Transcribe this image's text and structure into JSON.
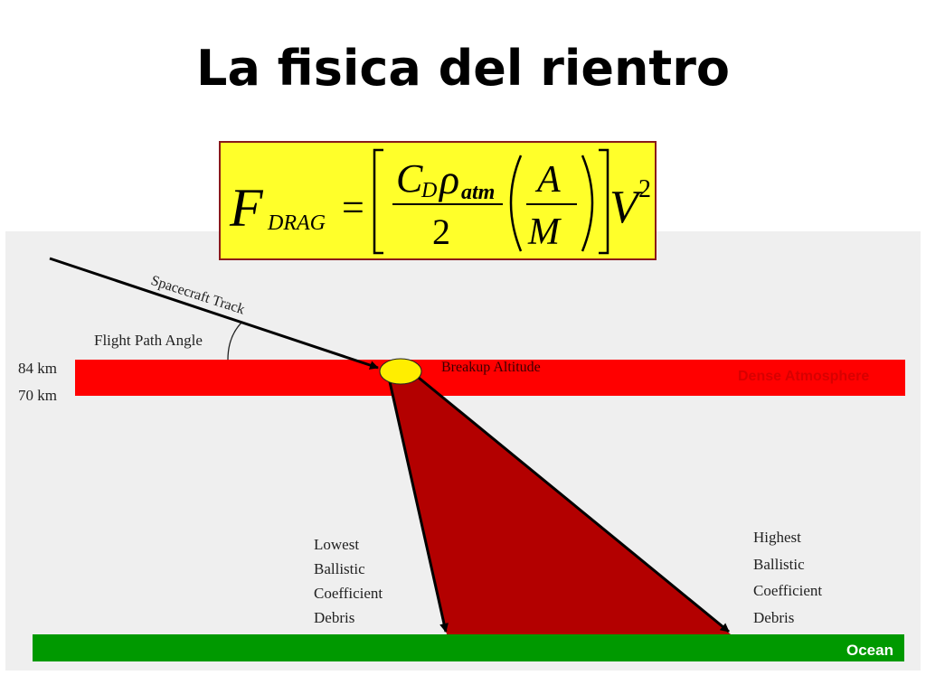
{
  "slide": {
    "title": "La fisica del rientro"
  },
  "formula": {
    "lhs_main": "F",
    "lhs_sub": "DRAG",
    "equals": "=",
    "coef_main": "C",
    "coef_sub": "D",
    "rho": "ρ",
    "rho_sub": "atm",
    "denominator": "2",
    "area": "A",
    "mass": "M",
    "velocity": "V",
    "power": "2"
  },
  "diagram": {
    "spacecraft_track": "Spacecraft Track",
    "flight_path_angle": "Flight Path Angle",
    "altitude_top": "84 km",
    "altitude_bottom": "70 km",
    "breakup_altitude": "Breakup Altitude",
    "dense_atmosphere": "Dense Atmosphere",
    "lowest": {
      "line1": "Lowest",
      "line2": "Ballistic",
      "line3": "Coefficient",
      "line4": "Debris"
    },
    "highest": {
      "line1": "Highest",
      "line2": "Ballistic",
      "line3": "Coefficient",
      "line4": "Debris"
    },
    "ocean": "Ocean"
  },
  "colors": {
    "atmosphere_band": "#ff0000",
    "debris_fan": "#b30000",
    "ocean_band": "#009900",
    "breakup_point": "#ffee00",
    "formula_background": "#ffff2a"
  }
}
